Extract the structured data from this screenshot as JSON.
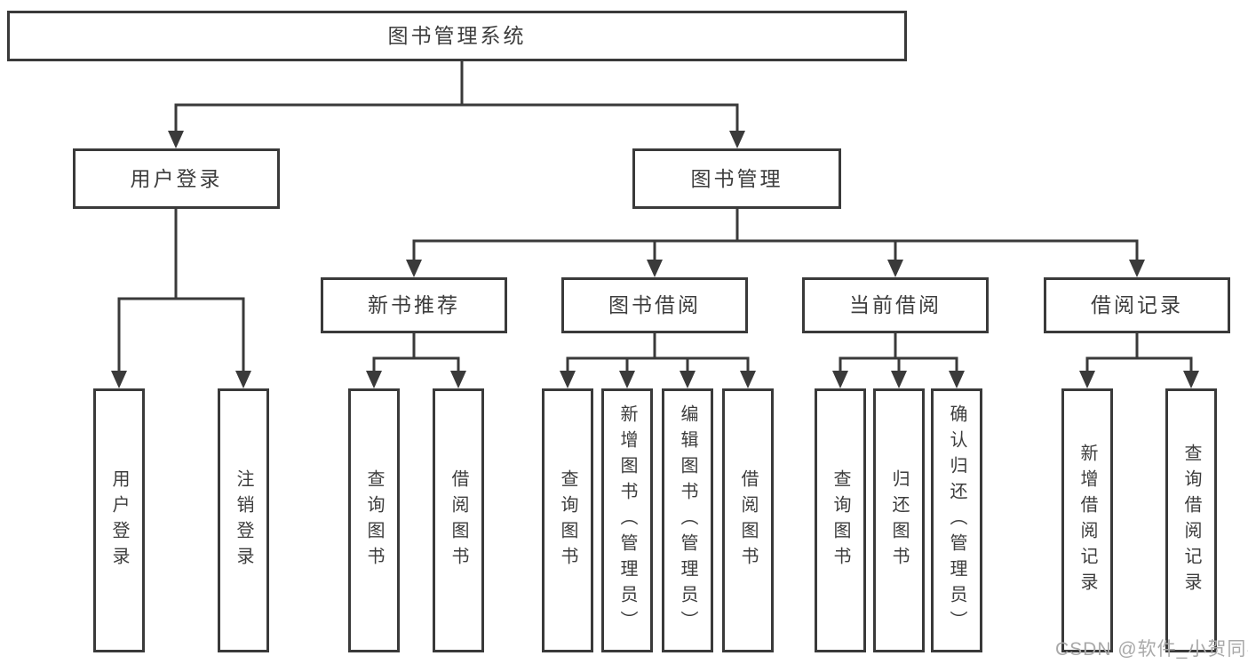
{
  "tree": {
    "root": {
      "label": "图书管理系统",
      "children": [
        {
          "label": "用户登录",
          "children": [
            {
              "label": "用户登录"
            },
            {
              "label": "注销登录"
            }
          ]
        },
        {
          "label": "图书管理",
          "children": [
            {
              "label": "新书推荐",
              "children": [
                {
                  "label": "查询图书"
                },
                {
                  "label": "借阅图书"
                }
              ]
            },
            {
              "label": "图书借阅",
              "children": [
                {
                  "label": "查询图书"
                },
                {
                  "label": "新增图书（管理员）"
                },
                {
                  "label": "编辑图书（管理员）"
                },
                {
                  "label": "借阅图书"
                }
              ]
            },
            {
              "label": "当前借阅",
              "children": [
                {
                  "label": "查询图书"
                },
                {
                  "label": "归还图书"
                },
                {
                  "label": "确认归还（管理员）"
                }
              ]
            },
            {
              "label": "借阅记录",
              "children": [
                {
                  "label": "新增借阅记录"
                },
                {
                  "label": "查询借阅记录"
                }
              ]
            }
          ]
        }
      ]
    }
  },
  "watermark": {
    "text": "CSDN @软件_小贺同学"
  },
  "colors": {
    "line": "#3a3a3a",
    "text": "#3d3d3d",
    "box_background": "#ffffff",
    "watermark": "#a9a9a9",
    "page_background": "#ffffff"
  }
}
